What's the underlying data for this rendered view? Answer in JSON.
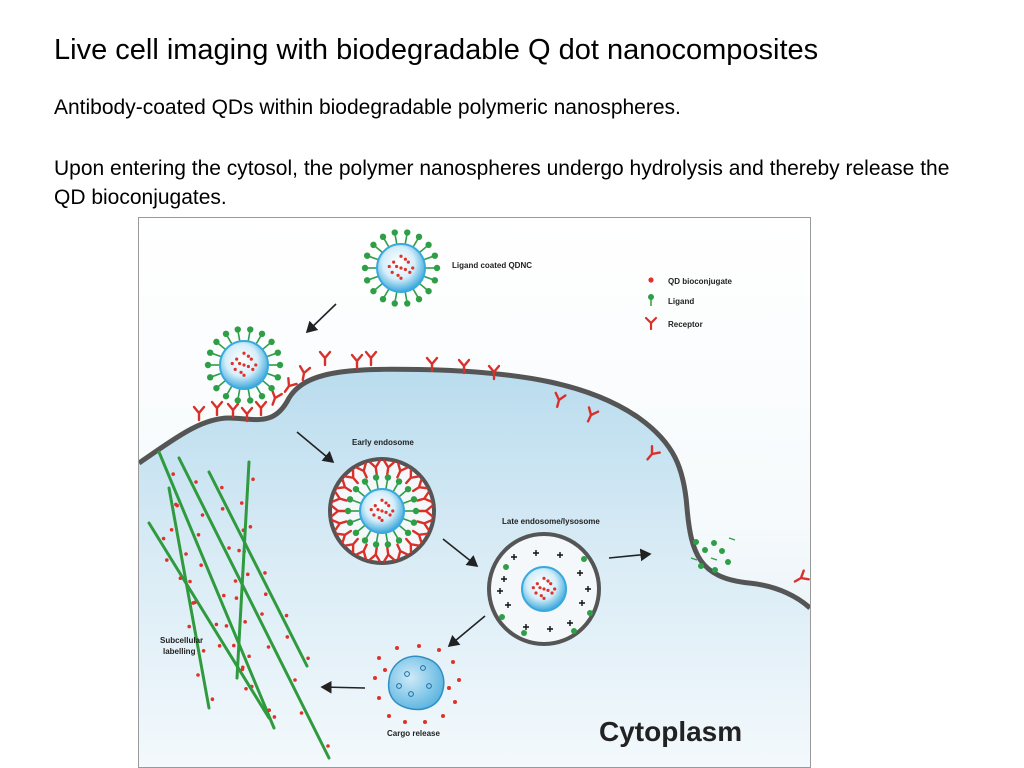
{
  "slide": {
    "title": "Live cell imaging with biodegradable Q dot nanocomposites",
    "paragraph1": "Antibody-coated QDs within biodegradable polymeric nanospheres.",
    "paragraph2": "Upon entering the cytosol, the polymer nanospheres undergo hydrolysis and thereby release the QD bioconjugates."
  },
  "diagram": {
    "labels": {
      "ligand_coated": "Ligand coated QDNC",
      "early_endosome": "Early endosome",
      "late_endosome": "Late endosome/lysosome",
      "subcellular_line1": "Subcellular",
      "subcellular_line2": "labelling",
      "cargo_release": "Cargo release",
      "cytoplasm": "Cytoplasm"
    },
    "legend": [
      {
        "label": "QD bioconjugate",
        "icon": "red-dot-icon"
      },
      {
        "label": "Ligand",
        "icon": "green-ligand-icon"
      },
      {
        "label": "Receptor",
        "icon": "red-receptor-icon"
      }
    ],
    "colors": {
      "cell": "#cfe6f2",
      "membrane": "#555555",
      "ligand": "#2e9e47",
      "qd": "#e0322a",
      "receptor": "#d9302a",
      "core": "#39a9de",
      "fibre": "#2f9a3e"
    }
  }
}
